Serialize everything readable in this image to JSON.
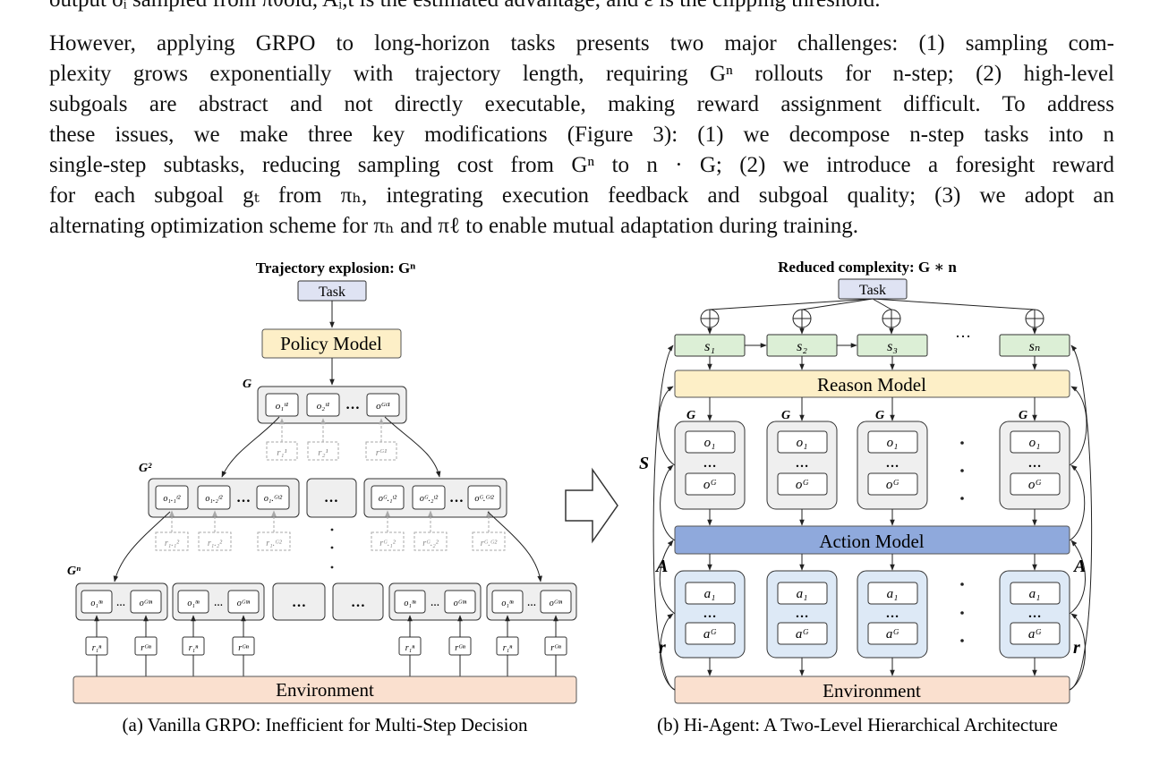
{
  "prev_line": "output oᵢ sampled from πθold, Aᵢ,t is the estimated advantage, and ε is the clipping threshold.",
  "paragraph": [
    "However, applying GRPO to long-horizon tasks presents two major challenges: (1) sampling com-",
    "plexity grows exponentially with trajectory length, requiring Gⁿ rollouts for n-step; (2) high-level",
    "subgoals are abstract and not directly executable, making reward assignment difficult. To address",
    "these issues, we make three key modifications (Figure 3): (1) we decompose n-step tasks into n",
    "single-step subtasks, reducing sampling cost from Gⁿ to n · G; (2) we introduce a foresight reward",
    "for each subgoal gₜ from πₕ, integrating execution feedback and subgoal quality; (3) we adopt an",
    "alternating optimization scheme for πₕ and πℓ to enable mutual adaptation during training."
  ],
  "figure_a": {
    "title": "Trajectory explosion: Gⁿ",
    "task": "Task",
    "policy": "Policy Model",
    "level1_label": "G",
    "level2_label": "G²",
    "leveln_label": "Gⁿ",
    "l1_outputs": [
      "o₁ᵗ¹",
      "o₂ᵗ¹",
      "…",
      "oᴳᵗ¹"
    ],
    "l1_rewards": [
      "r₁¹",
      "r₂¹",
      "rᴳ¹"
    ],
    "l2_left": [
      "o₁.₁ᵗ²",
      "o₁.₂ᵗ²",
      "…",
      "o₁.ᴳᵗ²"
    ],
    "l2_mid": "…",
    "l2_right": [
      "oᴳ.₁ᵗ²",
      "oᴳ.₂ᵗ²",
      "…",
      "oᴳ.ᴳᵗ²"
    ],
    "l2_rewards": [
      "r₁.₁²",
      "r₁.₂²",
      "r₁.ᴳ²",
      "rᴳ.₁²",
      "rᴳ.₂²",
      "rᴳ.ᴳ²"
    ],
    "ln_box": [
      "o₁ᵗⁿ",
      "…",
      "oᴳᵗⁿ"
    ],
    "ln_mid": "…",
    "ln_rewards": [
      "r₁ⁿ",
      "rᴳⁿ"
    ],
    "environment": "Environment",
    "caption": "(a) Vanilla GRPO: Inefficient for Multi-Step Decision"
  },
  "figure_b": {
    "title": "Reduced complexity: G ∗ n",
    "task": "Task",
    "states": [
      "s₁",
      "s₂",
      "s₃",
      "sₙ"
    ],
    "states_ellipsis": "…",
    "reason": "Reason Model",
    "action": "Action Model",
    "environment": "Environment",
    "g_label": "G",
    "o_items": [
      "o₁",
      "…",
      "oᴳ"
    ],
    "a_items": [
      "a₁",
      "…",
      "aᴳ"
    ],
    "side_labels": {
      "S": "S",
      "A_left": "A",
      "A_right": "A",
      "r_left": "r",
      "r_right": "r"
    },
    "caption": "(b) Hi-Agent: A Two-Level Hierarchical Architecture"
  },
  "colors": {
    "task": "#dfe3f3",
    "policy": "#fdefc7",
    "environment": "#fae0cf",
    "state": "#dcefd6",
    "reason": "#fdefc7",
    "action": "#8fa9dc",
    "o_group": "#efefef",
    "a_group": "#dde9f6"
  }
}
